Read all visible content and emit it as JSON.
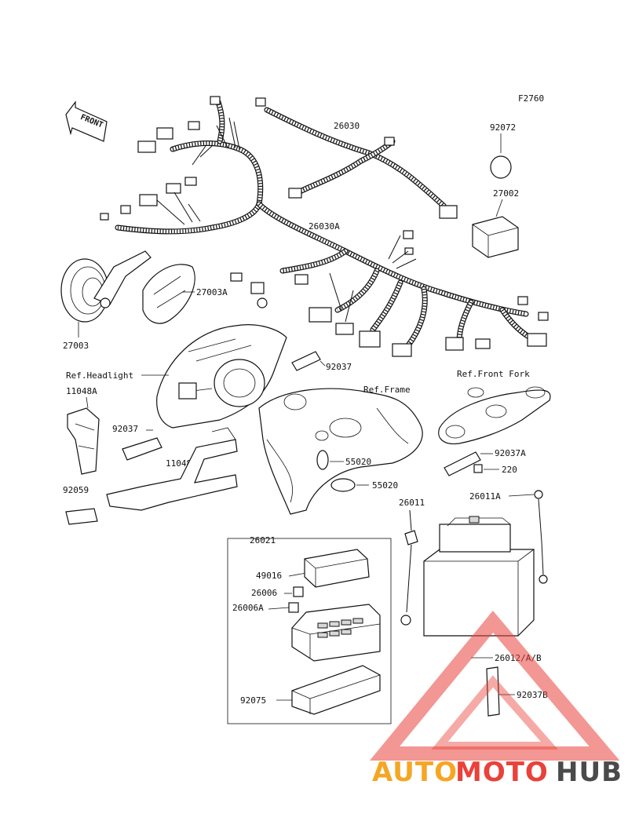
{
  "figure_code": "F2760",
  "front_label": "FRONT",
  "part_labels": {
    "p26030": "26030",
    "p26030a": "26030A",
    "p92072": "92072",
    "p27002": "27002",
    "p27003a": "27003A",
    "p27003": "27003",
    "p92037_top": "92037",
    "p92037_mid": "92037",
    "p92037a": "92037A",
    "p92037b": "92037B",
    "p11048a": "11048A",
    "p11048": "11048",
    "p92059": "92059",
    "p55020_a": "55020",
    "p55020_b": "55020",
    "p220": "220",
    "p26011": "26011",
    "p26011a": "26011A",
    "p26021": "26021",
    "p49016": "49016",
    "p26006": "26006",
    "p26006a": "26006A",
    "p92075": "92075",
    "p26012": "26012/A/B"
  },
  "reference_labels": {
    "headlight": "Ref.Headlight",
    "frame": "Ref.Frame",
    "front_fork": "Ref.Front Fork"
  },
  "watermark": {
    "part1": "AUTO",
    "part2": "MOTO",
    "part3": "HUB",
    "color_orange": "#f5a623",
    "color_red": "#e8423a",
    "color_grey": "#4a4a4a"
  }
}
